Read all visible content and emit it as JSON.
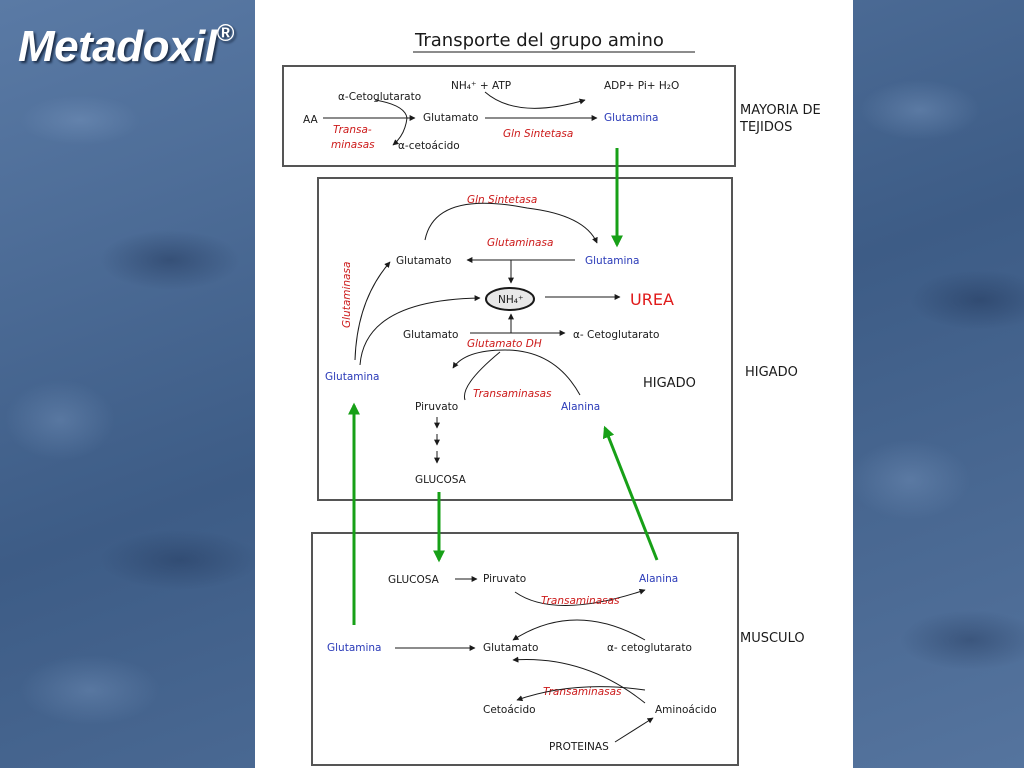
{
  "slide": {
    "title": "Metadoxil",
    "title_mark": "®"
  },
  "diagram": {
    "title": "Transporte del grupo amino",
    "tejidos": {
      "label": [
        "MAYORIA DE",
        "TEJIDOS"
      ],
      "alpha_cetoglutarato": "α-Cetoglutarato",
      "nh4_atp": "NH₄⁺ + ATP",
      "adp": "ADP+ Pi+ H₂O",
      "aa": "AA",
      "transaminasas": [
        "Transa-",
        "minasas"
      ],
      "glutamato": "Glutamato",
      "glutamina": "Glutamina",
      "gln_sintetasa": "Gln Sintetasa",
      "alpha_cetoacido": "α-cetoácido"
    },
    "higado": {
      "side_label": "HIGADO",
      "inner_label": "HIGADO",
      "gln_sintetasa": "Gln Sintetasa",
      "glutaminasa_top": "Glutaminasa",
      "glutaminasa_side": "Glutaminasa",
      "glutamato_1": "Glutamato",
      "glutamina_1": "Glutamina",
      "nh4": "NH₄⁺",
      "urea": "UREA",
      "glutamato_2": "Glutamato",
      "alpha_cetoglutarato": "α- Cetoglutarato",
      "glutamato_dh": "Glutamato DH",
      "glutamina_2": "Glutamina",
      "transaminasas": "Transaminasas",
      "piruvato": "Piruvato",
      "alanina": "Alanina",
      "glucosa": "GLUCOSA"
    },
    "musculo": {
      "side_label": "MUSCULO",
      "glucosa": "GLUCOSA",
      "piruvato": "Piruvato",
      "alanina": "Alanina",
      "transaminasas_1": "Transaminasas",
      "glutamina": "Glutamina",
      "glutamato": "Glutamato",
      "alpha_cetoglutarato": "α- cetoglutarato",
      "transaminasas_2": "Transaminasas",
      "cetoacido": "Cetoácido",
      "aminoacido": "Aminoácido",
      "proteinas": "PROTEINAS"
    }
  }
}
